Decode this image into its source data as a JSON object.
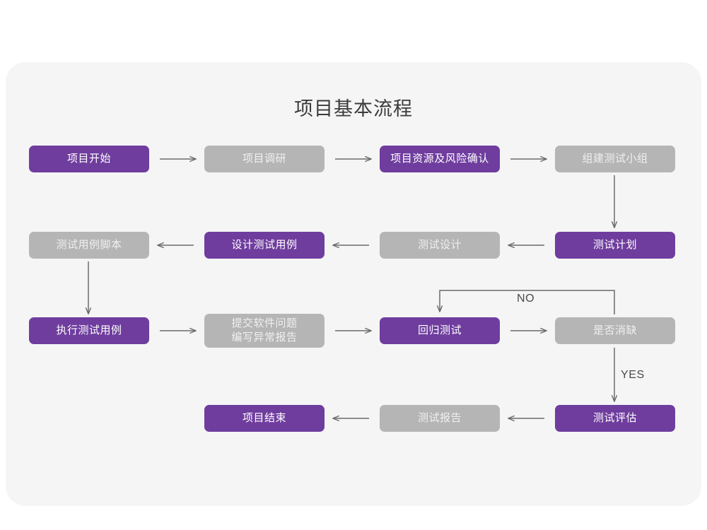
{
  "page": {
    "title": "项目基本流程",
    "background": "#ffffff",
    "panel_background": "#f5f5f5"
  },
  "palette": {
    "purple": "#6f3d9e",
    "gray": "#b5b5b5",
    "purple_text": "#ffffff",
    "gray_text": "#f0f0f0",
    "title_text": "#3b3b3b",
    "connector": "#6b6b6b"
  },
  "chart_data": {
    "type": "diagram",
    "title": "项目基本流程",
    "nodes": [
      {
        "id": "n1",
        "label": "项目开始",
        "style": "purple",
        "row": 1,
        "col": 1
      },
      {
        "id": "n2",
        "label": "项目调研",
        "style": "gray",
        "row": 1,
        "col": 2
      },
      {
        "id": "n3",
        "label": "项目资源及风险确认",
        "style": "purple",
        "row": 1,
        "col": 3
      },
      {
        "id": "n4",
        "label": "组建测试小组",
        "style": "gray",
        "row": 1,
        "col": 4
      },
      {
        "id": "n5",
        "label": "测试用例脚本",
        "style": "gray",
        "row": 2,
        "col": 1
      },
      {
        "id": "n6",
        "label": "设计测试用例",
        "style": "purple",
        "row": 2,
        "col": 2
      },
      {
        "id": "n7",
        "label": "测试设计",
        "style": "gray",
        "row": 2,
        "col": 3
      },
      {
        "id": "n8",
        "label": "测试计划",
        "style": "purple",
        "row": 2,
        "col": 4
      },
      {
        "id": "n9",
        "label": "执行测试用例",
        "style": "purple",
        "row": 3,
        "col": 1
      },
      {
        "id": "n10",
        "label": "提交软件问题\n编写异常报告",
        "style": "gray",
        "row": 3,
        "col": 2
      },
      {
        "id": "n11",
        "label": "回归测试",
        "style": "purple",
        "row": 3,
        "col": 3
      },
      {
        "id": "n12",
        "label": "是否消缺",
        "style": "gray",
        "row": 3,
        "col": 4
      },
      {
        "id": "n13",
        "label": "项目结束",
        "style": "purple",
        "row": 4,
        "col": 2
      },
      {
        "id": "n14",
        "label": "测试报告",
        "style": "gray",
        "row": 4,
        "col": 3
      },
      {
        "id": "n15",
        "label": "测试评估",
        "style": "purple",
        "row": 4,
        "col": 4
      }
    ],
    "edges": [
      {
        "from": "n1",
        "to": "n2",
        "direction": "right",
        "label": ""
      },
      {
        "from": "n2",
        "to": "n3",
        "direction": "right",
        "label": ""
      },
      {
        "from": "n3",
        "to": "n4",
        "direction": "right",
        "label": ""
      },
      {
        "from": "n4",
        "to": "n8",
        "direction": "down",
        "label": ""
      },
      {
        "from": "n8",
        "to": "n7",
        "direction": "left",
        "label": ""
      },
      {
        "from": "n7",
        "to": "n6",
        "direction": "left",
        "label": ""
      },
      {
        "from": "n6",
        "to": "n5",
        "direction": "left",
        "label": ""
      },
      {
        "from": "n5",
        "to": "n9",
        "direction": "down",
        "label": ""
      },
      {
        "from": "n9",
        "to": "n10",
        "direction": "right",
        "label": ""
      },
      {
        "from": "n10",
        "to": "n11",
        "direction": "right",
        "label": ""
      },
      {
        "from": "n11",
        "to": "n12",
        "direction": "right",
        "label": ""
      },
      {
        "from": "n12",
        "to": "n11",
        "direction": "loop-up-left",
        "label": "NO"
      },
      {
        "from": "n12",
        "to": "n15",
        "direction": "down",
        "label": "YES"
      },
      {
        "from": "n15",
        "to": "n14",
        "direction": "left",
        "label": ""
      },
      {
        "from": "n14",
        "to": "n13",
        "direction": "left",
        "label": ""
      }
    ],
    "branch_labels": [
      "NO",
      "YES"
    ]
  },
  "nodes": {
    "n1": "项目开始",
    "n2": "项目调研",
    "n3": "项目资源及风险确认",
    "n4": "组建测试小组",
    "n5": "测试用例脚本",
    "n6": "设计测试用例",
    "n7": "测试设计",
    "n8": "测试计划",
    "n9": "执行测试用例",
    "n10": "提交软件问题\n编写异常报告",
    "n11": "回归测试",
    "n12": "是否消缺",
    "n13": "项目结束",
    "n14": "测试报告",
    "n15": "测试评估"
  },
  "labels": {
    "no": "NO",
    "yes": "YES"
  }
}
